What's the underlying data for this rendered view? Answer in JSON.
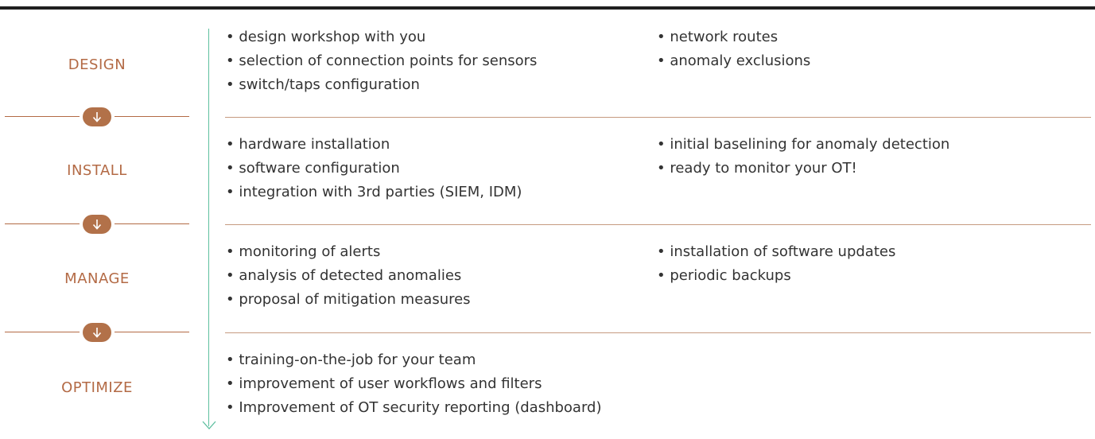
{
  "phases": [
    {
      "label": "DESIGN",
      "left_items": [
        "• design workshop with you",
        "• selection of connection points for sensors",
        "• switch/taps configuration"
      ],
      "right_items": [
        "• network routes",
        "• anomaly exclusions"
      ]
    },
    {
      "label": "INSTALL",
      "left_items": [
        "• hardware installation",
        "• software configuration",
        "• integration with 3rd parties (SIEM, IDM)"
      ],
      "right_items": [
        "• initial baselining for anomaly detection",
        "• ready to monitor your OT!"
      ]
    },
    {
      "label": "MANAGE",
      "left_items": [
        "• monitoring of alerts",
        "• analysis of detected anomalies",
        "• proposal of mitigation measures"
      ],
      "right_items": [
        "• installation of software updates",
        "• periodic backups"
      ]
    },
    {
      "label": "OPTIMIZE",
      "left_items": [
        "• training-on-the-job for your team",
        "• improvement of user workflows and filters",
        "• Improvement of OT security reporting (dashboard)"
      ],
      "right_items": []
    }
  ],
  "colors": {
    "accent": "#b36a45",
    "node": "#b27149",
    "timeline": "#5dbf9f",
    "divider": "#c69a80",
    "text": "#333333",
    "top_rule": "#1f1f1f"
  },
  "icons": {
    "connector": "arrow-down-icon",
    "timeline_end": "chevron-down-icon"
  }
}
